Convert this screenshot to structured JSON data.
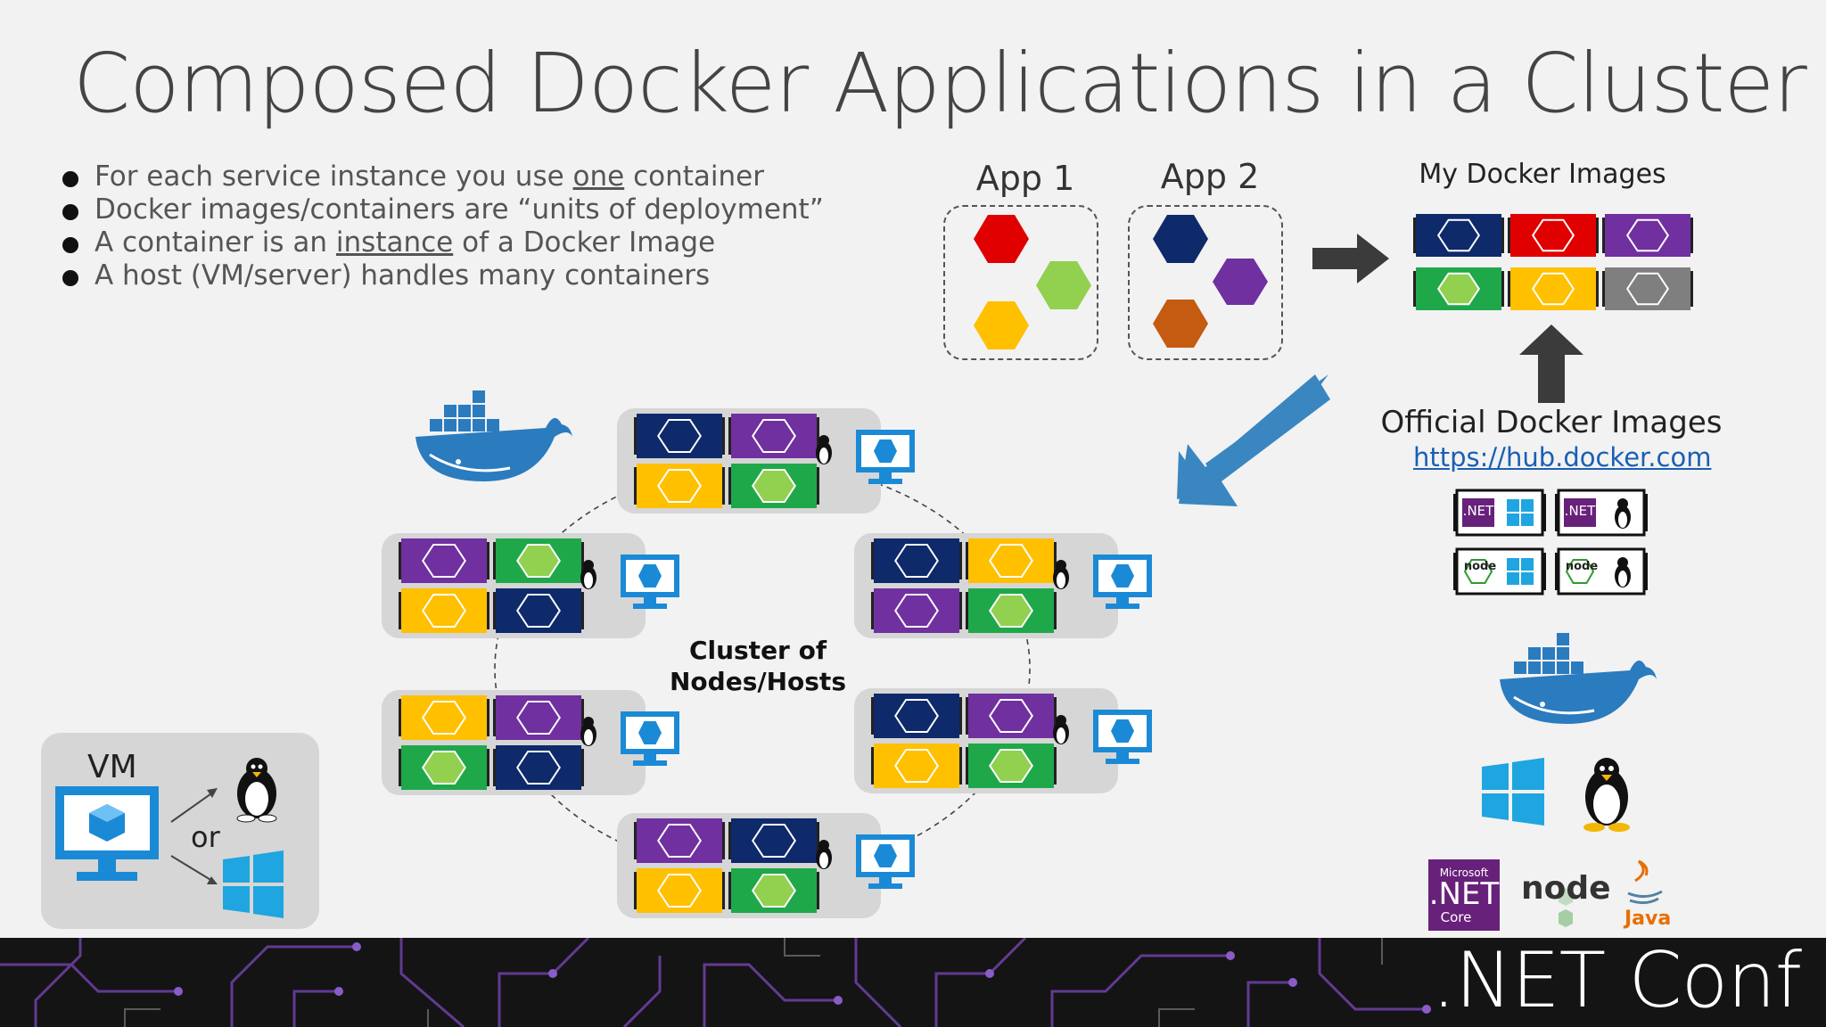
{
  "title": "Composed Docker Applications in a Cluster",
  "bullets": [
    {
      "pre": "For each service instance you use ",
      "u": "one",
      "post": " container"
    },
    {
      "pre": "Docker images/containers are “units of deployment”",
      "u": "",
      "post": ""
    },
    {
      "pre": "A container is an ",
      "u": "instance",
      "post": " of a Docker Image"
    },
    {
      "pre": "A host (VM/server) handles many containers",
      "u": "",
      "post": ""
    }
  ],
  "apps": [
    {
      "label": "App 1"
    },
    {
      "label": "App 2"
    }
  ],
  "my_images_label": "My Docker Images",
  "official_images_label": "Official Docker Images",
  "hub_link": "https://hub.docker.com",
  "cluster_label": "Cluster of\nNodes/Hosts",
  "vm": {
    "label": "VM",
    "or": "or"
  },
  "net_core_logo": {
    "line1": "Microsoft",
    "line2": ".NET",
    "line3": "Core"
  },
  "node_logo": "node",
  "java_logo": "Java",
  "net_badge": ".NET",
  "footer_brand": ".NET Conf",
  "colors": {
    "navy": "#0e2a6b",
    "purple": "#7030a0",
    "yellow": "#ffc000",
    "green": "#1fa84a",
    "lightgreen": "#92d050",
    "red": "#e00000",
    "gray": "#7f7f7f",
    "brown": "#c55a11",
    "blue": "#3a86c0",
    "monitor": "#1b8ad6",
    "windows": "#1fa5e0"
  }
}
